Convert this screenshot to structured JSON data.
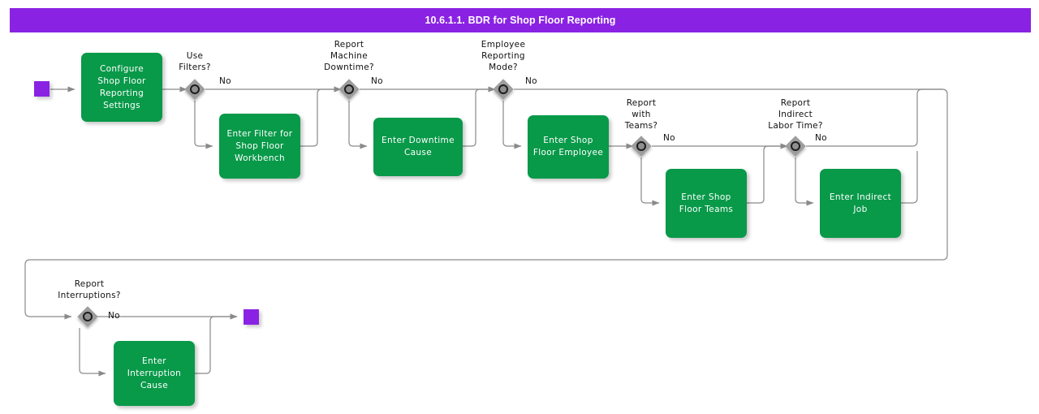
{
  "title": {
    "text": "10.6.1.1. BDR for Shop Floor Reporting"
  },
  "colors": {
    "title_bar": "#8A22E3",
    "task_fill": "#089949",
    "task_text": "#FFFFFF",
    "gateway_fill": "#9D9D9D",
    "event_fill": "#8A22E3",
    "connector": "#808080",
    "page_background": "#FFFFFF"
  },
  "events": {
    "start": {
      "name": "start-event"
    },
    "end": {
      "name": "end-event"
    }
  },
  "tasks": [
    {
      "id": "configure-shop-floor-reporting-settings",
      "label": "Configure\nShop Floor\nReporting\nSettings"
    },
    {
      "id": "enter-filter-for-shop-floor-workbench",
      "label": "Enter Filter for\nShop Floor\nWorkbench"
    },
    {
      "id": "enter-downtime-cause",
      "label": "Enter Downtime\nCause"
    },
    {
      "id": "enter-shop-floor-employee",
      "label": "Enter Shop\nFloor Employee"
    },
    {
      "id": "enter-shop-floor-teams",
      "label": "Enter Shop\nFloor Teams"
    },
    {
      "id": "enter-indirect-job",
      "label": "Enter Indirect\nJob"
    },
    {
      "id": "enter-interruption-cause",
      "label": "Enter\nInterruption\nCause"
    }
  ],
  "gateways": [
    {
      "id": "use-filters",
      "caption": "Use\nFilters?",
      "branch_label": "No"
    },
    {
      "id": "report-machine-downtime",
      "caption": "Report\nMachine\nDowntime?",
      "branch_label": "No"
    },
    {
      "id": "employee-reporting-mode",
      "caption": "Employee\nReporting\nMode?",
      "branch_label": "No"
    },
    {
      "id": "report-with-teams",
      "caption": "Report\nwith\nTeams?",
      "branch_label": "No"
    },
    {
      "id": "report-indirect-labor-time",
      "caption": "Report\nIndirect\nLabor Time?",
      "branch_label": "No"
    },
    {
      "id": "report-interruptions",
      "caption": "Report\nInterruptions?",
      "branch_label": "No"
    }
  ]
}
